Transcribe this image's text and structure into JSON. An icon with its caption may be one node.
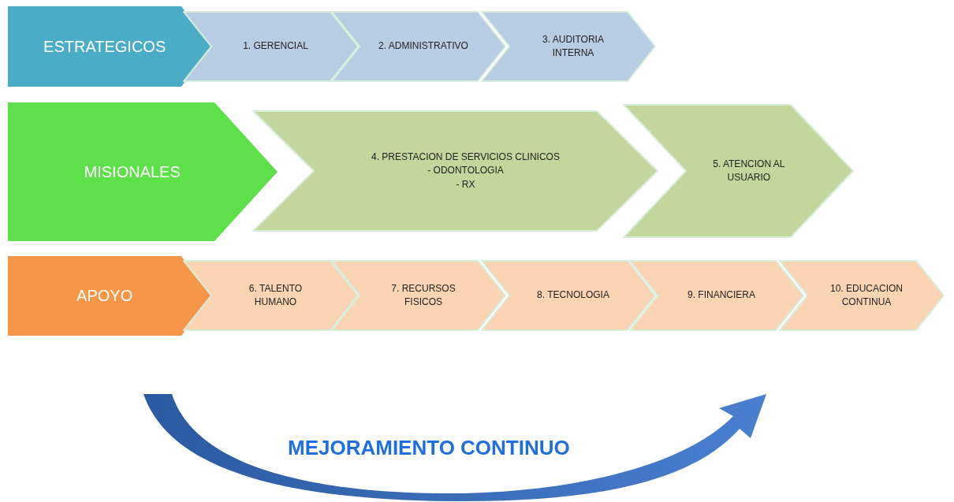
{
  "diagram": {
    "nodes": [
      {
        "text": [
          "ESTRATEGICOS"
        ]
      },
      {
        "text": [
          "1. GERENCIAL"
        ]
      },
      {
        "text": [
          "2. ADMINISTRATIVO"
        ]
      },
      {
        "text": [
          "3. AUDITORIA INTERNA"
        ]
      },
      {
        "text": [
          "MISIONALES"
        ]
      },
      {
        "text": [
          "4. PRESTACION DE SERVICIOS CLINICOS",
          "- ODONTOLOGIA",
          "- RX"
        ]
      },
      {
        "text": [
          "5. ATENCION AL USUARIO"
        ]
      },
      {
        "text": [
          "APOYO"
        ]
      },
      {
        "text": [
          "6. TALENTO HUMANO"
        ]
      },
      {
        "text": [
          "7. RECURSOS FISICOS"
        ]
      },
      {
        "text": [
          "8. TECNOLOGIA"
        ]
      },
      {
        "text": [
          "9. FINANCIERA"
        ]
      },
      {
        "text": [
          "10. EDUCACION CONTINUA"
        ]
      }
    ],
    "edges": [],
    "labels": [
      "MEJORAMIENTO CONTINUO"
    ]
  }
}
